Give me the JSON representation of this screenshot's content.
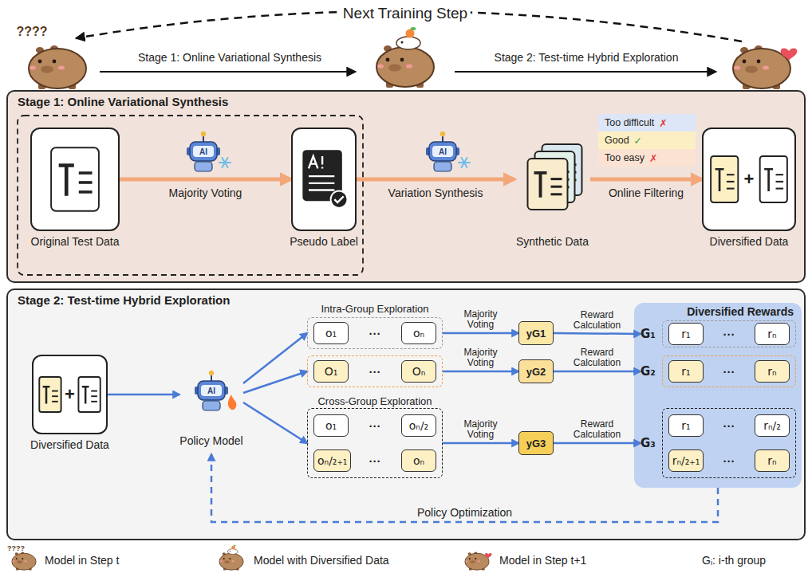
{
  "diagram": {
    "nodes": [
      {
        "text": [
          "Stage 1: Online Variational Synthesis"
        ]
      },
      {
        "text": [
          "Original Test Data"
        ],
        "in": 0
      },
      {
        "text": [
          "Pseudo Label"
        ],
        "in": 0
      },
      {
        "text": [
          "Synthetic Data"
        ],
        "in": 0
      },
      {
        "text": [
          "Too difficult",
          "✗"
        ],
        "in": 0
      },
      {
        "text": [
          "Good",
          "✓"
        ],
        "in": 0
      },
      {
        "text": [
          "Too easy",
          "✗"
        ],
        "in": 0
      },
      {
        "text": [
          "+",
          "Diversified Data"
        ],
        "in": 0
      },
      {
        "text": [
          "Stage 2: Test-time Hybrid Exploration"
        ]
      },
      {
        "text": [
          "+",
          "Diversified Data"
        ],
        "in": 8
      },
      {
        "text": [
          "Policy Model"
        ],
        "in": 8
      },
      {
        "text": [
          "···"
        ],
        "in": 8
      },
      {
        "text": [
          "o₁"
        ],
        "in": 11
      },
      {
        "text": [
          "oₙ"
        ],
        "in": 11
      },
      {
        "text": [
          "···"
        ],
        "in": 8
      },
      {
        "text": [
          "O₁"
        ],
        "in": 14
      },
      {
        "text": [
          "Oₙ"
        ],
        "in": 14
      },
      {
        "text": [
          "···",
          "···"
        ],
        "in": 8
      },
      {
        "text": [
          "o₁"
        ],
        "in": 17
      },
      {
        "text": [
          "oₙ/₂"
        ],
        "in": 17
      },
      {
        "text": [
          "oₙ/₂₊₁"
        ],
        "in": 17
      },
      {
        "text": [
          "oₙ"
        ],
        "in": 17
      },
      {
        "text": [
          "yG1"
        ],
        "in": 8
      },
      {
        "text": [
          "yG2"
        ],
        "in": 8
      },
      {
        "text": [
          "yG3"
        ],
        "in": 8
      },
      {
        "text": [
          "Diversified Rewards"
        ],
        "in": 8
      },
      {
        "text": [
          "G₁",
          "···"
        ],
        "in": 25
      },
      {
        "text": [
          "r₁"
        ],
        "in": 26
      },
      {
        "text": [
          "rₙ"
        ],
        "in": 26
      },
      {
        "text": [
          "G₂",
          "···"
        ],
        "in": 25
      },
      {
        "text": [
          "r₁"
        ],
        "in": 29
      },
      {
        "text": [
          "rₙ"
        ],
        "in": 29
      },
      {
        "text": [
          "G₃",
          "···",
          "···"
        ],
        "in": 25
      },
      {
        "text": [
          "r₁"
        ],
        "in": 32
      },
      {
        "text": [
          "rₙ/₂"
        ],
        "in": 32
      },
      {
        "text": [
          "rₙ/₂₊₁"
        ],
        "in": 32
      },
      {
        "text": [
          "rₙ"
        ],
        "in": 32
      }
    ],
    "edges": [
      {
        "from": 1,
        "to": 2,
        "label": "Majority Voting",
        "arrow": "to"
      },
      {
        "from": 2,
        "to": 3,
        "label": "Variation Synthesis",
        "arrow": "to"
      },
      {
        "from": 3,
        "to": 7,
        "label": "Online Filtering",
        "arrow": "to"
      },
      {
        "from": 9,
        "to": 10,
        "arrow": "to"
      },
      {
        "from": 10,
        "to": 11,
        "arrow": "to"
      },
      {
        "from": 10,
        "to": 14,
        "arrow": "to"
      },
      {
        "from": 10,
        "to": 17,
        "arrow": "to"
      },
      {
        "from": 11,
        "to": 22,
        "label": "Majority Voting",
        "arrow": "to"
      },
      {
        "from": 22,
        "to": 26,
        "label": "Reward Calculation",
        "arrow": "to"
      },
      {
        "from": 14,
        "to": 23,
        "label": "Majority Voting",
        "arrow": "to"
      },
      {
        "from": 23,
        "to": 29,
        "label": "Reward Calculation",
        "arrow": "to"
      },
      {
        "from": 17,
        "to": 24,
        "label": "Majority Voting",
        "arrow": "to"
      },
      {
        "from": 24,
        "to": 32,
        "label": "Reward Calculation",
        "arrow": "to"
      },
      {
        "from": 25,
        "to": 10,
        "label": "Policy Optimization",
        "arrow": "to"
      }
    ],
    "labels": [
      "Next Training Step",
      "????",
      "Stage 1: Online Variational Synthesis",
      "Stage 2: Test-time Hybrid Exploration",
      "AI",
      "AI",
      "AI",
      "Intra-Group Exploration",
      "Cross-Group Exploration",
      "????"
    ],
    "legend": [
      {
        "text": "Model in Step t"
      },
      {
        "text": "Model with Diversified Data"
      },
      {
        "text": "Model in Step t+1"
      },
      {
        "text": "Gᵢ: i-th group"
      }
    ]
  }
}
